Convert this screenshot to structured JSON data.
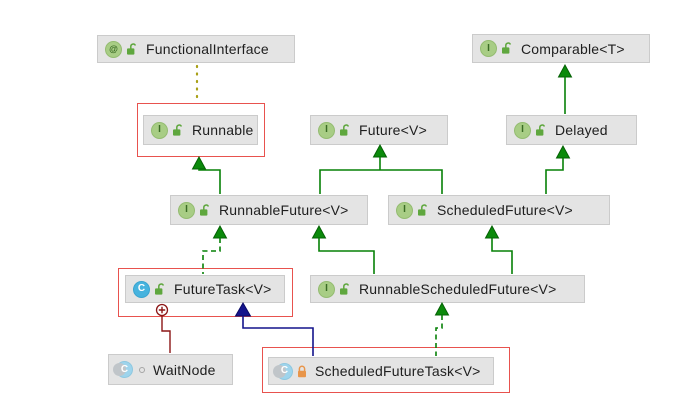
{
  "diagram": {
    "type": "uml-class-diagram",
    "colors": {
      "node_background": "#E4E4E4",
      "node_border": "#CBCBCB",
      "selection_frame": "#E8524E",
      "edge_interface_extends": "#078107",
      "edge_class_extends": "#14148C",
      "edge_inner_class": "#8C1616",
      "edge_annotation": "#A9A018",
      "interface_icon_green": "#A8CD85",
      "class_icon_blue": "#47B3DE",
      "lock_open_green": "#5FA73E",
      "lock_closed_orange": "#E8954A"
    },
    "nodes": [
      {
        "id": "functional-interface",
        "label": "FunctionalInterface",
        "kind": "annotation",
        "badge": "@",
        "modifier_icon": "lock-open-icon",
        "selected": false
      },
      {
        "id": "comparable",
        "label": "Comparable<T>",
        "kind": "interface",
        "badge": "I",
        "modifier_icon": "lock-open-icon",
        "selected": false
      },
      {
        "id": "runnable",
        "label": "Runnable",
        "kind": "interface",
        "badge": "I",
        "modifier_icon": "lock-open-icon",
        "selected": true
      },
      {
        "id": "future",
        "label": "Future<V>",
        "kind": "interface",
        "badge": "I",
        "modifier_icon": "lock-open-icon",
        "selected": false
      },
      {
        "id": "delayed",
        "label": "Delayed",
        "kind": "interface",
        "badge": "I",
        "modifier_icon": "lock-open-icon",
        "selected": false
      },
      {
        "id": "runnable-future",
        "label": "RunnableFuture<V>",
        "kind": "interface",
        "badge": "I",
        "modifier_icon": "lock-open-icon",
        "selected": false
      },
      {
        "id": "scheduled-future",
        "label": "ScheduledFuture<V>",
        "kind": "interface",
        "badge": "I",
        "modifier_icon": "lock-open-icon",
        "selected": false
      },
      {
        "id": "future-task",
        "label": "FutureTask<V>",
        "kind": "class",
        "badge": "C",
        "modifier_icon": "lock-open-icon",
        "selected": true
      },
      {
        "id": "runnable-scheduled-future",
        "label": "RunnableScheduledFuture<V>",
        "kind": "interface",
        "badge": "I",
        "modifier_icon": "lock-open-icon",
        "selected": false
      },
      {
        "id": "wait-node",
        "label": "WaitNode",
        "kind": "nested-class",
        "badge": "C",
        "modifier_icon": "package-private-icon",
        "selected": false
      },
      {
        "id": "scheduled-future-task",
        "label": "ScheduledFutureTask<V>",
        "kind": "nested-class",
        "badge": "C",
        "modifier_icon": "lock-closed-icon",
        "selected": true
      }
    ],
    "edges": [
      {
        "between": [
          "FunctionalInterface",
          "Runnable"
        ],
        "type": "annotation",
        "style": "dotted-olive"
      },
      {
        "from": "RunnableFuture<V>",
        "to": "Runnable",
        "type": "extends",
        "style": "solid-green"
      },
      {
        "from": "RunnableFuture<V>",
        "to": "Future<V>",
        "type": "extends",
        "style": "solid-green"
      },
      {
        "from": "ScheduledFuture<V>",
        "to": "Future<V>",
        "type": "extends",
        "style": "solid-green"
      },
      {
        "from": "Delayed",
        "to": "Comparable<T>",
        "type": "extends",
        "style": "solid-green"
      },
      {
        "from": "ScheduledFuture<V>",
        "to": "Delayed",
        "type": "extends",
        "style": "solid-green"
      },
      {
        "from": "FutureTask<V>",
        "to": "RunnableFuture<V>",
        "type": "implements",
        "style": "dashed-green"
      },
      {
        "from": "RunnableScheduledFuture<V>",
        "to": "RunnableFuture<V>",
        "type": "extends",
        "style": "solid-green"
      },
      {
        "from": "RunnableScheduledFuture<V>",
        "to": "ScheduledFuture<V>",
        "type": "extends",
        "style": "solid-green"
      },
      {
        "from": "ScheduledFutureTask<V>",
        "to": "FutureTask<V>",
        "type": "extends",
        "style": "solid-blue"
      },
      {
        "from": "ScheduledFutureTask<V>",
        "to": "RunnableScheduledFuture<V>",
        "type": "implements",
        "style": "dashed-green"
      },
      {
        "from": "FutureTask<V>",
        "to": "WaitNode",
        "type": "inner-class",
        "style": "dark-red-circled-plus"
      }
    ]
  }
}
